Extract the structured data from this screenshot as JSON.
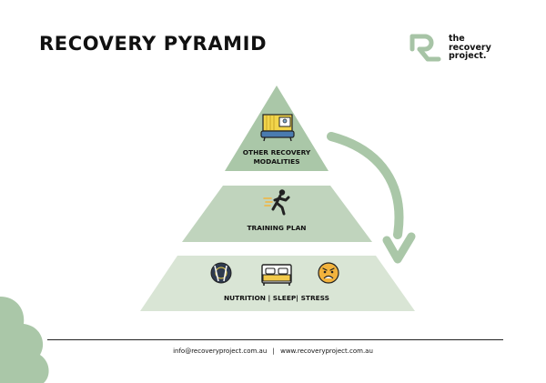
{
  "page": {
    "title": "RECOVERY PYRAMID"
  },
  "logo": {
    "line1": "the",
    "line2": "recovery",
    "line3": "project."
  },
  "pyramid": {
    "tiers": [
      {
        "label": "OTHER RECOVERY MODALITIES",
        "line1": "OTHER RECOVERY",
        "line2": "MODALITIES",
        "icon": "bath-shower-icon",
        "color": "#aac7a8"
      },
      {
        "label": "TRAINING PLAN",
        "icon": "runner-icon",
        "color": "#c0d4bd"
      },
      {
        "label": "NUTRITION | SLEEP| STRESS",
        "icons": [
          "utensils-icon",
          "bed-icon",
          "stressed-face-icon"
        ],
        "color": "#d9e5d5"
      }
    ],
    "arrow_color": "#aac7a8"
  },
  "footer": {
    "email": "info@recoveryproject.com.au",
    "separator": "|",
    "website": "www.recoveryproject.com.au",
    "text": "info@recoveryproject.com.au  |  www.recoveryproject.com.au"
  }
}
